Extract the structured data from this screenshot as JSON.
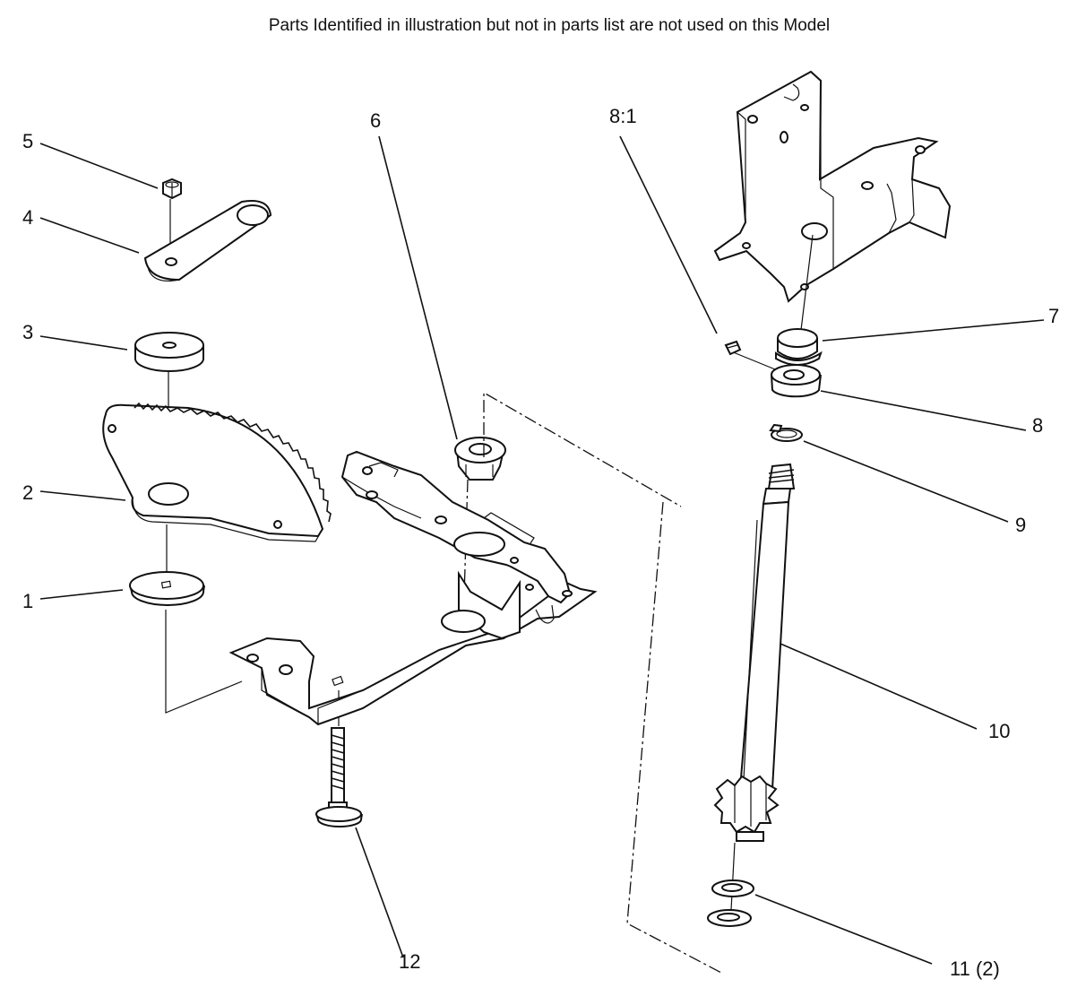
{
  "header": {
    "note": "Parts Identified  in illustration but not in parts list are not used on this Model"
  },
  "callouts": {
    "c1": "1",
    "c2": "2",
    "c3": "3",
    "c4": "4",
    "c5": "5",
    "c6": "6",
    "c7": "7",
    "c8": "8",
    "c8_1": "8:1",
    "c9": "9",
    "c10": "10",
    "c11": "11 (2)",
    "c12": "12"
  }
}
